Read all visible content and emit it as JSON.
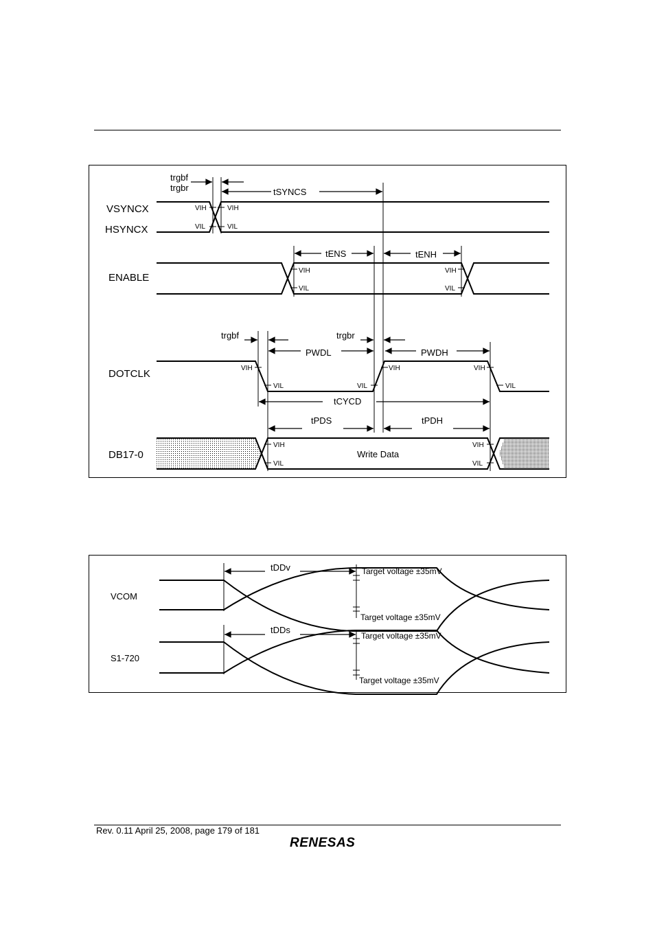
{
  "footer": {
    "revision": "Rev. 0.11 April 25, 2008, page 179 of 181",
    "logo_text": "RENESAS"
  },
  "diagram1": {
    "signals": {
      "vsync": "VSYNCX",
      "hsync": "HSYNCX",
      "enable": "ENABLE",
      "dotclk": "DOTCLK",
      "db": "DB17-0"
    },
    "timings": {
      "trgbf": "trgbf",
      "trgbr": "trgbr",
      "tsyncs": "tSYNCS",
      "tens": "tENS",
      "tenh": "tENH",
      "dot_trgbf": "trgbf",
      "dot_trgbr": "trgbr",
      "pwdl": "PWDL",
      "pwdh": "PWDH",
      "tcycd": "tCYCD",
      "tpds": "tPDS",
      "tpdh": "tPDH"
    },
    "levels": {
      "vih": "VIH",
      "vil": "VIL"
    },
    "write_data": "Write Data"
  },
  "diagram2": {
    "signals": {
      "vcom": "VCOM",
      "s": "S1-720"
    },
    "timings": {
      "tddv": "tDDv",
      "tdds": "tDDs"
    },
    "target": "Target voltage ±35mV"
  }
}
